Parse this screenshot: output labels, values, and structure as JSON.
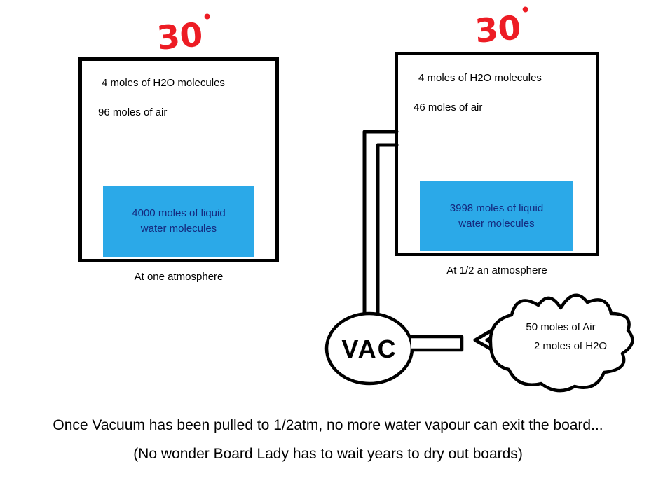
{
  "colors": {
    "water_blue": "#2BA9E8",
    "water_text_navy": "#14297E",
    "temperature_red": "#ED1C24",
    "ink_black": "#000000"
  },
  "left_container": {
    "temperature": "30",
    "gas_line1": "4 moles of H2O molecules",
    "gas_line2": "96 moles of air",
    "water_line1": "4000 moles of liquid",
    "water_line2": "water molecules",
    "caption": "At one atmosphere"
  },
  "right_container": {
    "temperature": "30",
    "gas_line1": "4 moles of H2O molecules",
    "gas_line2": "46 moles of air",
    "water_line1": "3998 moles of liquid",
    "water_line2": "water molecules",
    "caption": "At 1/2 an atmosphere"
  },
  "vacuum_pump": {
    "label": "VAC"
  },
  "exhaust_cloud": {
    "line1": "50 moles of Air",
    "line2": "2 moles of H2O"
  },
  "footer": {
    "line1": "Once Vacuum has been pulled to 1/2atm, no more water vapour can exit the board...",
    "line2": "(No wonder Board Lady has to wait years to dry out boards)"
  }
}
